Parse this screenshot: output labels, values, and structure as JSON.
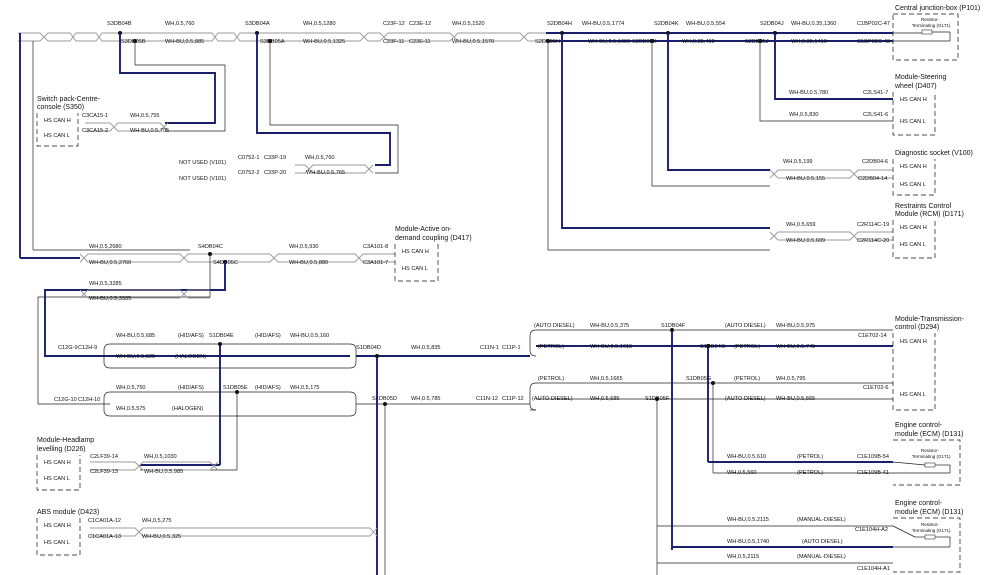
{
  "title_bar": "",
  "splices": {
    "s3db04b": "S3DB04B",
    "s3db05b": "S3DB05B",
    "s3db04a": "S3DB04A",
    "s3db05a": "S3DB05A",
    "s2db04h": "S2DB04H",
    "s2db05h": "S2DB05H",
    "s2db04k": "S2DB04K",
    "s2db05k": "S2DB05K",
    "s2db04j": "S2DB04J",
    "s2db05j": "S2DB05J",
    "s4db04c": "S4DB04C",
    "s4db05c": "S4DB05C",
    "s1db04e": "S1DB04E",
    "s1db05e": "S1DB05E",
    "s1db04d": "S1DB04D",
    "s1db05d": "S1DB05D",
    "s1db04f": "S1DB04F",
    "s1db05f": "S1DB05F",
    "s1db04g": "S1DB04G",
    "s1db05g": "S1DB05G"
  },
  "wires": {
    "w1": "WH,0.5,760",
    "w2": "WH-BU,0.5,885",
    "w3": "WH,0.5,1280",
    "w4": "WH-BU,0.5,1325",
    "w5": "WH,0.5,1520",
    "w6": "WH-BU,0.5,1570",
    "w7": "WH-BU,0.5,1774",
    "w8": "WH-BU,0.5,1680",
    "w9": "WH-BU,0.5,554",
    "w10": "WH,0.35,460",
    "w11": "WH-BU,0.35,1360",
    "w12": "WH,0.35,1410",
    "w13": "WH-BU,0.5,780",
    "w14": "WH,0.5,830",
    "w15": "WH,0.5,755",
    "w16": "WH-BU,0.5,705",
    "w17": "WH,0.5,760",
    "w18": "WH-BU,0.5,765",
    "w19": "WH,0.5,199",
    "w20": "WH-BU,0.5,155",
    "w21": "WH,0.5,659",
    "w22": "WH-BU,0.5,609",
    "w23": "WH,0.5,2680",
    "w24": "WH-BU,0.5,2760",
    "w25": "WH,0.5,930",
    "w26": "WH-BU,0.5,880",
    "w27": "WH,0.5,3285",
    "w28": "WH-BU,0.5,3335",
    "w29": "WH-BU,0.5,685",
    "w30": "WH-BU,0.5,160",
    "w31": "WH-BU,0.5,525",
    "w32": "WH,0.5,750",
    "w33": "WH,0.5,175",
    "w34": "WH,0.5,575",
    "w35": "WH,0.5,835",
    "w36": "WH,0.5,785",
    "w37": "WH-BU,0.5,375",
    "w38": "WH-BU,0.5,975",
    "w39": "WH-BU,0.5,1615",
    "w40": "WH-BU,0.5,745",
    "w41": "WH,0.5,1665",
    "w42": "WH,0.5,795",
    "w43": "WH,0.5,685",
    "w44": "WH-BU,0.5,665",
    "w45": "WH,0.5,1030",
    "w46": "WH-BU,0.5,985",
    "w47": "WH,0.5,275",
    "w48": "WH-BU,0.5,325",
    "w49": "WH-BU,0.5,610",
    "w50": "WH,0.5,560",
    "w51": "WH-BU,0.5,2115",
    "w52": "WH-BU,0.5,1740",
    "w53": "WH,0.5,2115"
  },
  "connectors": {
    "c23f12": "C23F-12",
    "c23e12": "C23E-12",
    "c23f11": "C23F-11",
    "c23e11": "C23E-11",
    "c1bp02c47": "C1BP02C-47",
    "c1bp02c48": "C1BP02C-48",
    "c2ls41_7": "C2LS41-7",
    "c2ls41_6": "C2LS41-6",
    "c3ca15_1": "C3CA15-1",
    "c3ca15_2": "C3CA15-2",
    "c0752_1": "C0752-1",
    "c33p19": "C33P-19",
    "c0752_2": "C0752-2",
    "c33p20": "C33P-20",
    "c2db04_6": "C2DB04-6",
    "c2db04_14": "C2DB04-14",
    "c2r114c19": "C2R114C-19",
    "c2r114c20": "C2R114C-20",
    "c3a101_8": "C3A101-8",
    "c3a101_7": "C3A101-7",
    "c12g9": "C12G-9",
    "c12h9": "C12H-9",
    "c12g10": "C12G-10",
    "c12h10": "C12H-10",
    "c11n1": "C11N-1",
    "c11p1": "C11P-1",
    "c11n12": "C11N-12",
    "c11p12": "C11P-12",
    "c1et02_14": "C1ET02-14",
    "c1et02_6": "C1ET02-6",
    "c2lf39_14": "C2LF39-14",
    "c2lf39_13": "C2LF39-13",
    "c1ca01a12": "C1CA01A-12",
    "c1ca01a13": "C1CA01A-13",
    "c1e109b54": "C1E109B-54",
    "c1e109b41": "C1E109B-41",
    "c1e104ha2": "C1E104H-A2",
    "c1e104ha1": "C1E104H-A1"
  },
  "modules": {
    "cjb": "Central junction-box (P101)",
    "resistor_term": "Resistor-",
    "resistor_term2": "Terminating (G171)",
    "steering_1": "Module-Steering",
    "steering_2": "wheel (D407)",
    "switch_1": "Switch pack-Centre-",
    "switch_2": "console (S350)",
    "diag": "Diagnostic socket (V100)",
    "rcm_1": "Restraints Control",
    "rcm_2": "Module (RCM) (D171)",
    "aodc_1": "Module-Active on-",
    "aodc_2": "demand coupling (D417)",
    "trans_1": "Module-Transmission-",
    "trans_2": "control (D294)",
    "hl_1": "Module-Headlamp",
    "hl_2": "levelling (D226)",
    "abs": "ABS module (D423)",
    "ecm_1": "Engine control-",
    "ecm_2": "module (ECM) (D131)"
  },
  "pins": {
    "hs_can_h": "HS CAN H",
    "hs_can_l": "HS CAN L"
  },
  "notes": {
    "not_used": "NOT USED (V101)",
    "hid_afs": "(HID/AFS)",
    "halogen": "(HALOGEN)",
    "auto_diesel": "(AUTO DIESEL)",
    "petrol": "(PETROL)",
    "manual_diesel": "(MANUAL-DIESEL)"
  }
}
